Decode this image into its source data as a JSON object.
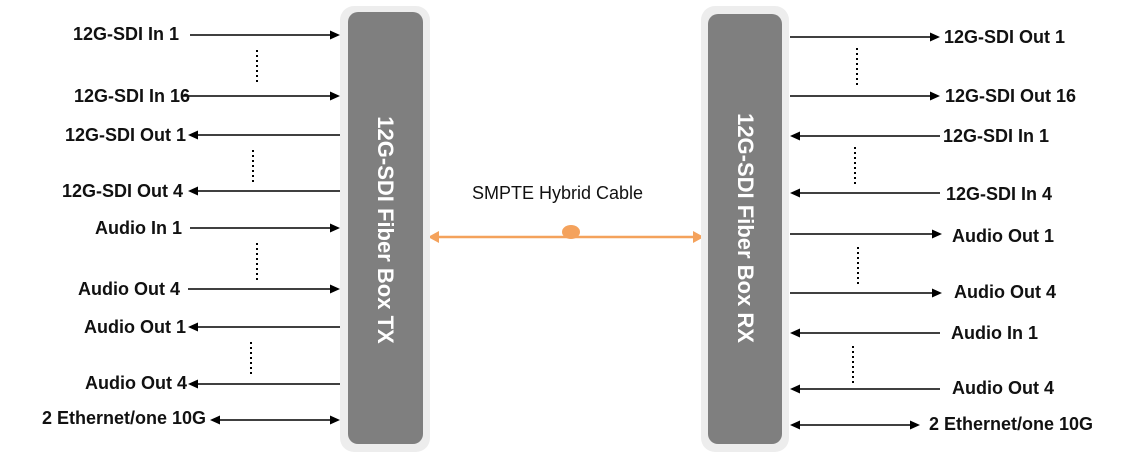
{
  "colors": {
    "box": "#7f7f7f",
    "box_frame": "#ededed",
    "cable": "#f4a25c",
    "line": "#000000",
    "text": "#111111"
  },
  "tx_box": {
    "title": "12G-SDI Fiber Box TX"
  },
  "rx_box": {
    "title": "12G-SDI Fiber Box RX"
  },
  "cable": {
    "label": "SMPTE Hybrid Cable"
  },
  "tx_signals": [
    {
      "label": "12G-SDI In 1",
      "direction": "in"
    },
    {
      "label": "12G-SDI In 16",
      "direction": "in"
    },
    {
      "label": "12G-SDI Out 1",
      "direction": "out"
    },
    {
      "label": "12G-SDI Out 4",
      "direction": "out"
    },
    {
      "label": "Audio In 1",
      "direction": "in"
    },
    {
      "label": "Audio Out 4",
      "direction": "in"
    },
    {
      "label": "Audio Out 1",
      "direction": "out"
    },
    {
      "label": "Audio Out 4",
      "direction": "out"
    },
    {
      "label": "2 Ethernet/one 10G",
      "direction": "both"
    }
  ],
  "rx_signals": [
    {
      "label": "12G-SDI Out 1",
      "direction": "out"
    },
    {
      "label": "12G-SDI Out 16",
      "direction": "out"
    },
    {
      "label": "12G-SDI In 1",
      "direction": "in"
    },
    {
      "label": "12G-SDI In 4",
      "direction": "in"
    },
    {
      "label": "Audio Out 1",
      "direction": "out"
    },
    {
      "label": "Audio Out 4",
      "direction": "out"
    },
    {
      "label": "Audio In 1",
      "direction": "in"
    },
    {
      "label": "Audio Out 4",
      "direction": "in"
    },
    {
      "label": "2 Ethernet/one 10G",
      "direction": "both"
    }
  ]
}
